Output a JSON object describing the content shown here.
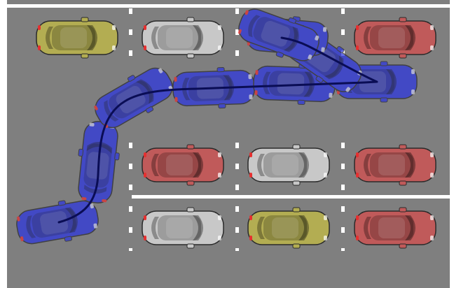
{
  "colors": {
    "asphalt": "#7f7f7f",
    "margin": "#ffffff",
    "lane_marking": "#ffffff",
    "agent_car": "#2b35e0",
    "agent_trail": "#0a0d55",
    "car_yellow": "#b3ad52",
    "car_white": "#c8c8c8",
    "car_red": "#c05a5a"
  },
  "parked_car_colors": {
    "top_row": [
      "car_yellow",
      "car_white",
      "empty",
      "car_red"
    ],
    "middle_row": [
      "empty",
      "car_red",
      "car_white",
      "car_red"
    ],
    "bottom_row": [
      "empty",
      "car_white",
      "car_yellow",
      "car_red"
    ]
  },
  "agent": {
    "color": "agent_car",
    "trajectory_snapshots": 10,
    "icon": "car-top-view-icon"
  },
  "icons": {
    "parked_car": "car-top-view-icon",
    "trajectory": "path-line"
  }
}
